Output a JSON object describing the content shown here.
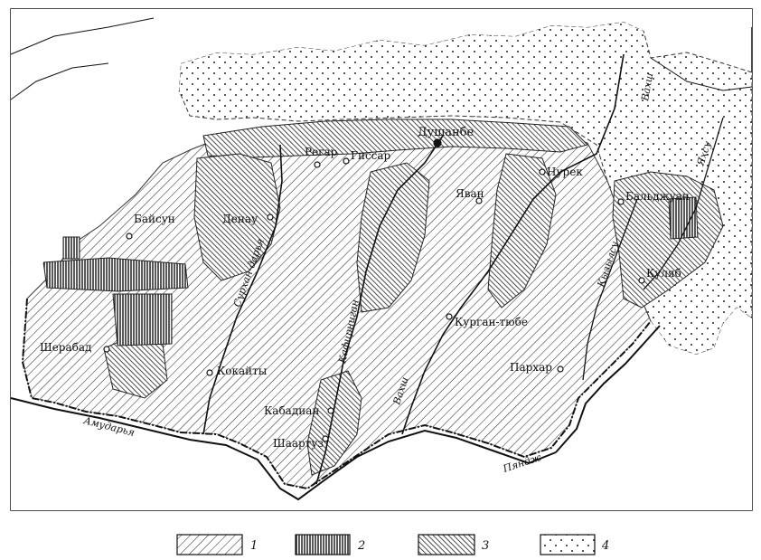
{
  "map": {
    "cities": [
      {
        "id": "baysun",
        "name": "Байсун"
      },
      {
        "id": "denau",
        "name": "Денау"
      },
      {
        "id": "regar",
        "name": "Регар"
      },
      {
        "id": "gissar",
        "name": "Гиссар"
      },
      {
        "id": "dushanbe",
        "name": "Душанбе"
      },
      {
        "id": "nurek",
        "name": "Нурек"
      },
      {
        "id": "yavan",
        "name": "Яван"
      },
      {
        "id": "baldzhuan",
        "name": "Бальджуан"
      },
      {
        "id": "kulyab",
        "name": "Куляб"
      },
      {
        "id": "kurgantyube",
        "name": "Курган-тюбе"
      },
      {
        "id": "parkhar",
        "name": "Пархар"
      },
      {
        "id": "sherabad",
        "name": "Шерабад"
      },
      {
        "id": "kokayty",
        "name": "Кокайты"
      },
      {
        "id": "kabadian",
        "name": "Кабадиан"
      },
      {
        "id": "shaartuz",
        "name": "Шаартуз"
      }
    ],
    "rivers": [
      {
        "id": "vakhsh-upper",
        "name": "Вахш"
      },
      {
        "id": "yakhsu",
        "name": "Яхсу"
      },
      {
        "id": "kyzylsu",
        "name": "Кызылсу"
      },
      {
        "id": "surkhandarya",
        "name": "Сурхан-дарья"
      },
      {
        "id": "kafirnigan",
        "name": "Кафирниган"
      },
      {
        "id": "vakhsh-lower",
        "name": "Вахш"
      },
      {
        "id": "amudarya",
        "name": "Амударья"
      },
      {
        "id": "pyandzh",
        "name": "Пяндж"
      }
    ]
  },
  "legend": {
    "items": [
      {
        "pattern": "pat1",
        "label": "1"
      },
      {
        "pattern": "pat2",
        "label": "2"
      },
      {
        "pattern": "pat3",
        "label": "3"
      },
      {
        "pattern": "pat4",
        "label": "4"
      }
    ]
  }
}
